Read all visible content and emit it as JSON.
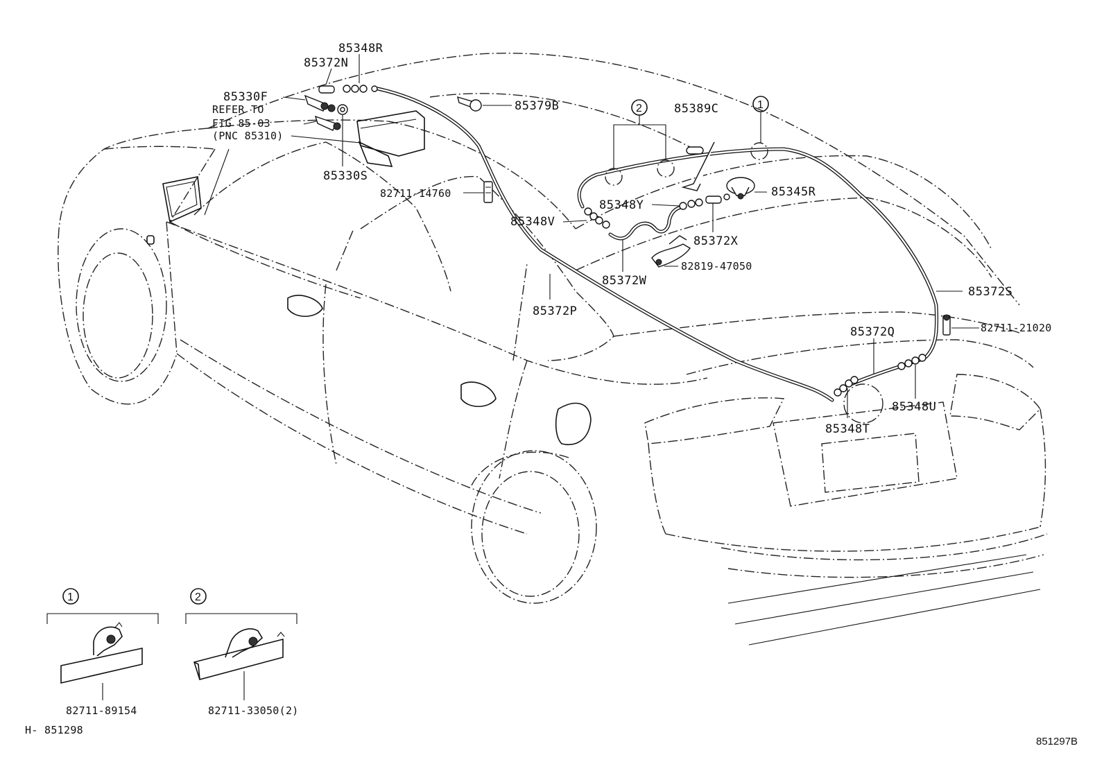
{
  "labels": {
    "p85348R": "85348R",
    "p85372N": "85372N",
    "p85330F": "85330F",
    "refer_to": "REFER TO",
    "fig": "FIG 85-03",
    "pnc": "(PNC 85310)",
    "p85330S": "85330S",
    "p85379B": "85379B",
    "p82711_14760": "82711-14760",
    "p85389C": "85389C",
    "p85345R": "85345R",
    "p85348Y": "85348Y",
    "p85348V": "85348V",
    "p85372X": "85372X",
    "p82819_47050": "82819-47050",
    "p85372W": "85372W",
    "p85372P": "85372P",
    "p85372S": "85372S",
    "p85372Q": "85372Q",
    "p82711_21020": "82711-21020",
    "p85348U": "85348U",
    "p85348T": "85348T",
    "callout_1": "1",
    "callout_2": "2",
    "inset_1_number": "1",
    "inset_2_number": "2",
    "inset_1_part": "82711-89154",
    "inset_2_part": "82711-33050(2)",
    "illustration_code": "H- 851298",
    "figure_id": "851297B"
  }
}
